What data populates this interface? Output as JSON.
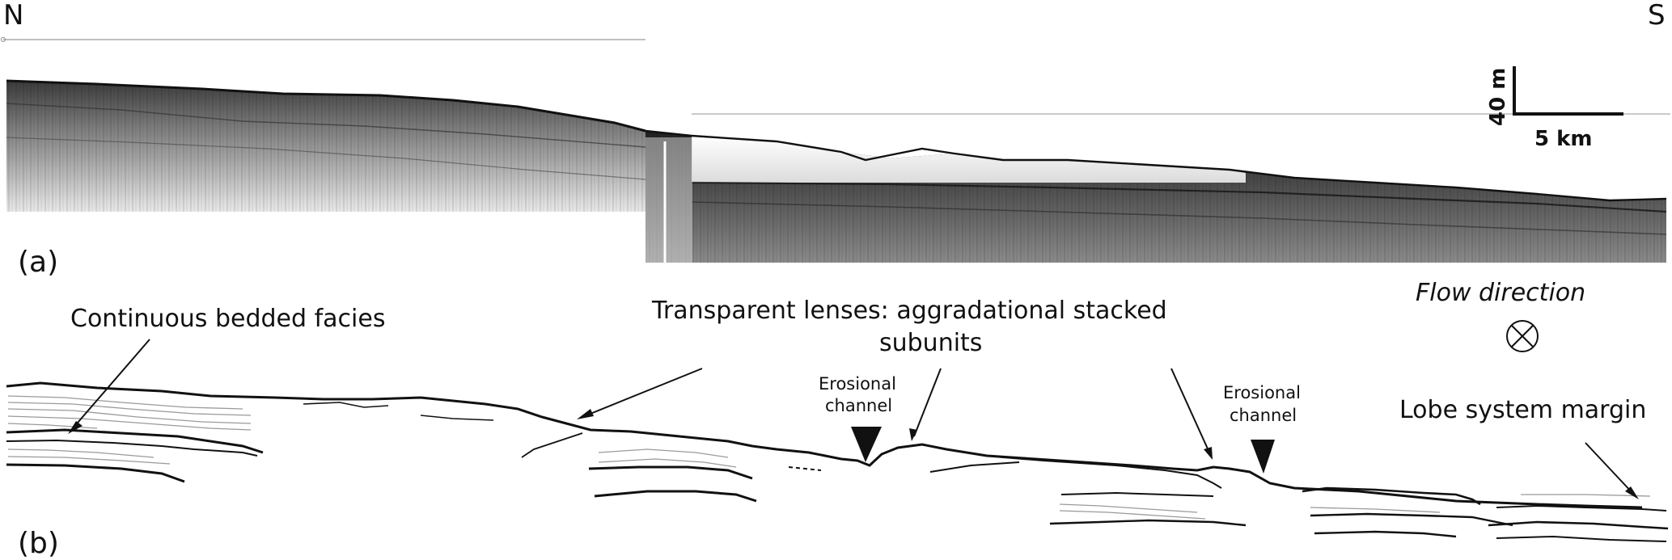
{
  "compass": {
    "north": "N",
    "south": "S"
  },
  "panels": {
    "a_label": "(a)",
    "b_label": "(b)"
  },
  "scale_bar": {
    "vertical": "40 m",
    "horizontal": "5 km"
  },
  "flow": {
    "label": "Flow direction"
  },
  "annotations": {
    "continuous_bedded": "Continuous bedded facies",
    "transparent_lenses_line1": "Transparent lenses: aggradational stacked",
    "transparent_lenses_line2": "subunits",
    "erosional_channel_1_line1": "Erosional",
    "erosional_channel_1_line2": "channel",
    "erosional_channel_2_line1": "Erosional",
    "erosional_channel_2_line2": "channel",
    "lobe_margin": "Lobe system margin"
  },
  "colors": {
    "ink": "#111111",
    "bed_gray": "#9a9a9a",
    "profile_dark": "#2a2a2a"
  }
}
